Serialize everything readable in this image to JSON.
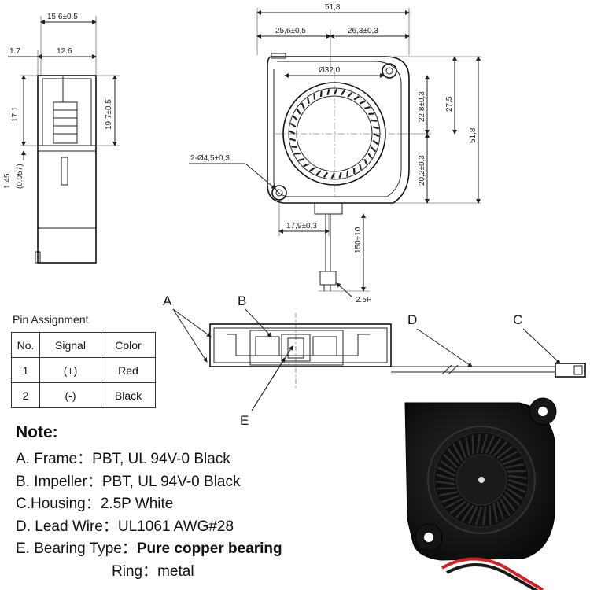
{
  "side_view": {
    "dim_width": "15.6±0.5",
    "dim_left": "1.7",
    "dim_mid": "12.6",
    "dim_height_left": "17.1",
    "dim_height_right": "19.7±0.5",
    "dim_tab": "1.45",
    "dim_tab_inch": "(0.057)"
  },
  "front_view": {
    "dim_total_width": "51,8",
    "dim_left_width": "25,6±0,5",
    "dim_right_width": "26,3±0,3",
    "dim_outlet": "Ø32.0",
    "dim_upper_height": "22,8±0,3",
    "dim_27": "27,5",
    "dim_total_height": "51,8",
    "dim_lower_height": "20,2±0,3",
    "dim_holes": "2-Ø4,5±0,3",
    "dim_wire_offset": "17,9±0,3",
    "dim_wire_length": "150±10",
    "connector": "2.5P"
  },
  "section_view": {
    "label_a": "A",
    "label_b": "B",
    "label_c": "C",
    "label_d": "D",
    "label_e": "E"
  },
  "pin_assignment": {
    "title": "Pin Assignment",
    "headers": [
      "No.",
      "Signal",
      "Color"
    ],
    "rows": [
      [
        "1",
        "(+)",
        "Red"
      ],
      [
        "2",
        "(-)",
        "Black"
      ]
    ]
  },
  "notes": {
    "title": "Note:",
    "lines": [
      {
        "key": "A. Frame",
        "sep": "：",
        "value": "PBT, UL 94V-0 Black"
      },
      {
        "key": "B. Impeller",
        "sep": "：",
        "value": "PBT, UL 94V-0 Black"
      },
      {
        "key": "C.Housing",
        "sep": "：",
        "value": "2.5P White"
      },
      {
        "key": "D. Lead Wire",
        "sep": "：",
        "value": "UL1061 AWG#28"
      },
      {
        "key": "E. Bearing Type",
        "sep": "：",
        "value": "Pure copper bearing"
      }
    ],
    "ring_key": "Ring",
    "ring_sep": "：",
    "ring_value": "metal"
  },
  "colors": {
    "fan_body": "#141414",
    "wire_red": "#d42020",
    "wire_black": "#1a1a1a",
    "line": "#222222"
  }
}
